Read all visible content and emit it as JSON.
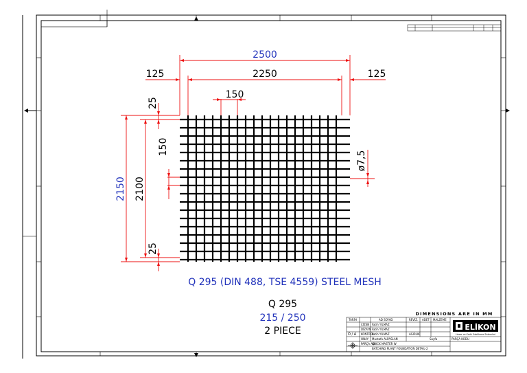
{
  "dimensions": {
    "overall_width": "2500",
    "inner_width": "2250",
    "left_edge": "125",
    "right_edge": "125",
    "bar_spacing_top": "150",
    "overall_height": "2150",
    "inner_height": "2100",
    "top_edge": "25",
    "bottom_edge": "25",
    "bar_spacing_side": "150",
    "bar_diameter": "ø7,5"
  },
  "mesh_title": "Q 295 (DIN 488, TSE 4559) STEEL MESH",
  "spec": {
    "name": "Q 295",
    "ratio": "215 / 250",
    "quantity": "2 PIECE"
  },
  "title_block": {
    "units_note": "DIMENSIONS ARE IN MM",
    "logo": "ELİKON",
    "logo_sub": "Lineer ve Kısıtlı Sabitleme Sistemleri",
    "header": [
      "TARİH",
      "AD SOYAD",
      "REVİZ.",
      "ADET",
      "MALZEME"
    ],
    "rows": [
      {
        "role": "ÇİZEN",
        "name": "Fatih YILMAZ"
      },
      {
        "role": "DİZAYN",
        "name": "Fatih YILMAZ"
      },
      {
        "role": "KONTROL",
        "name": "Fatih YILMAZ"
      },
      {
        "role": "ONAY",
        "name": "Mustafa ALPASLAN"
      }
    ],
    "scale_label": "Ö / A",
    "material_label": "AGIRLIK",
    "part_code_label": "PARÇA KODU",
    "part_name_label": "PARÇA ADI",
    "part_name_line1": "QUICK MASTER W",
    "part_name_line2": "BATCHING PLANT FOUNDATION DETAIL-2",
    "page": "Sayfa"
  },
  "colors": {
    "dimension": "#ee1111",
    "blue_text": "#2233bb",
    "mesh": "#000000"
  }
}
